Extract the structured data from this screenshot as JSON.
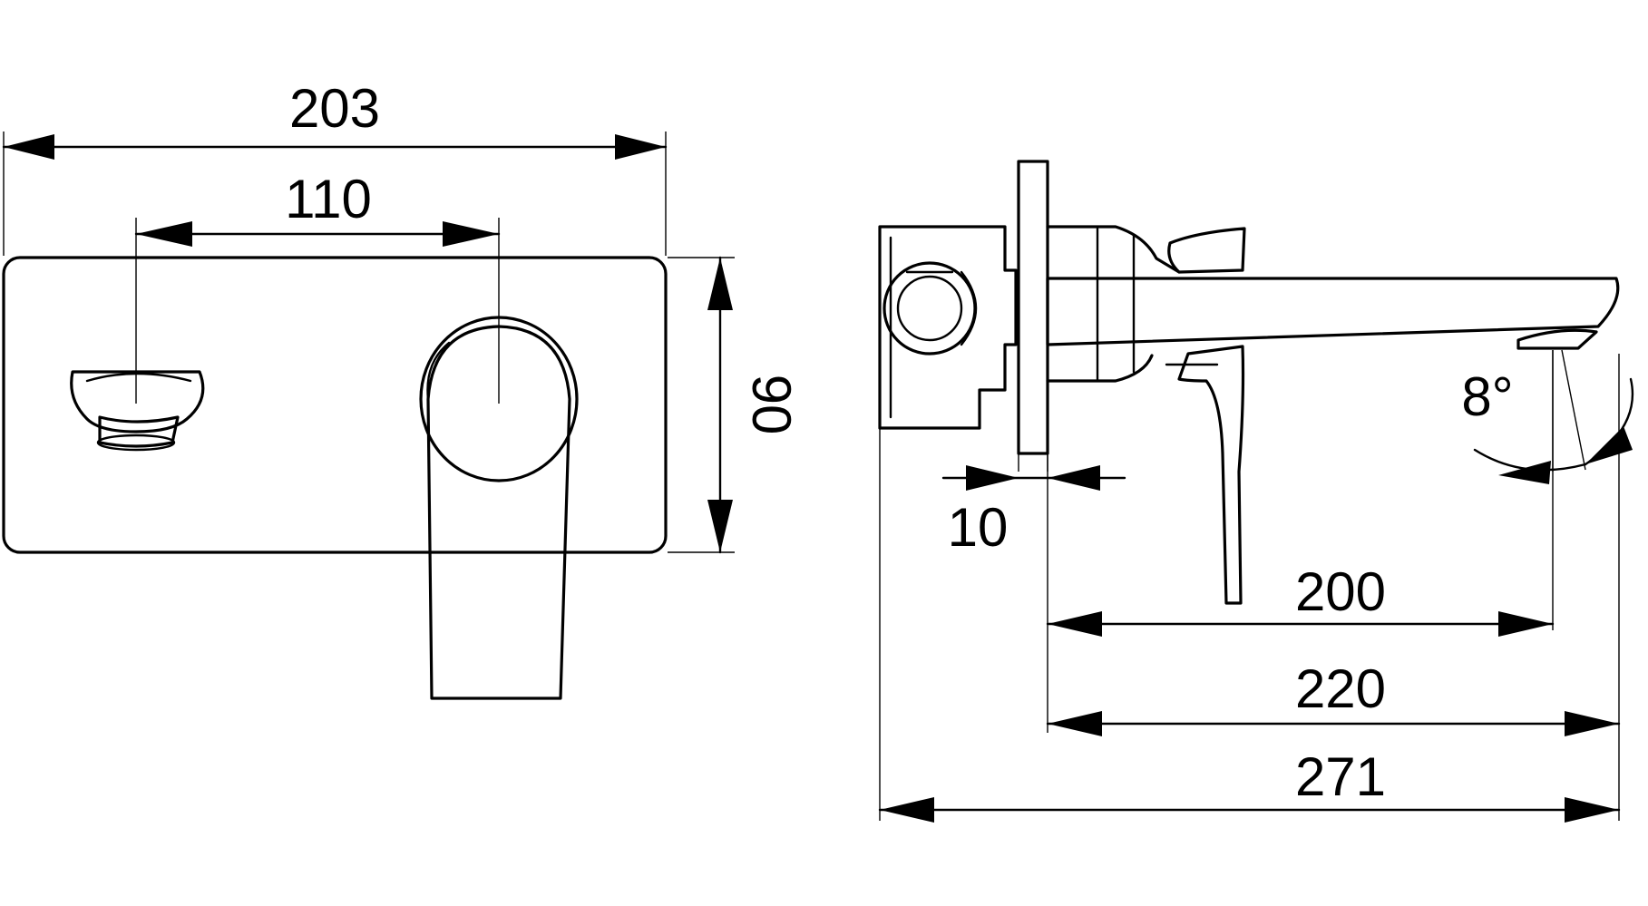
{
  "front_view": {
    "dim_overall_width": "203",
    "dim_handle_offset": "110",
    "dim_plate_height": "90"
  },
  "side_view": {
    "dim_plate_thickness": "10",
    "dim_spout_200": "200",
    "dim_spout_220": "220",
    "dim_overall_depth": "271",
    "dim_angle": "8°"
  }
}
